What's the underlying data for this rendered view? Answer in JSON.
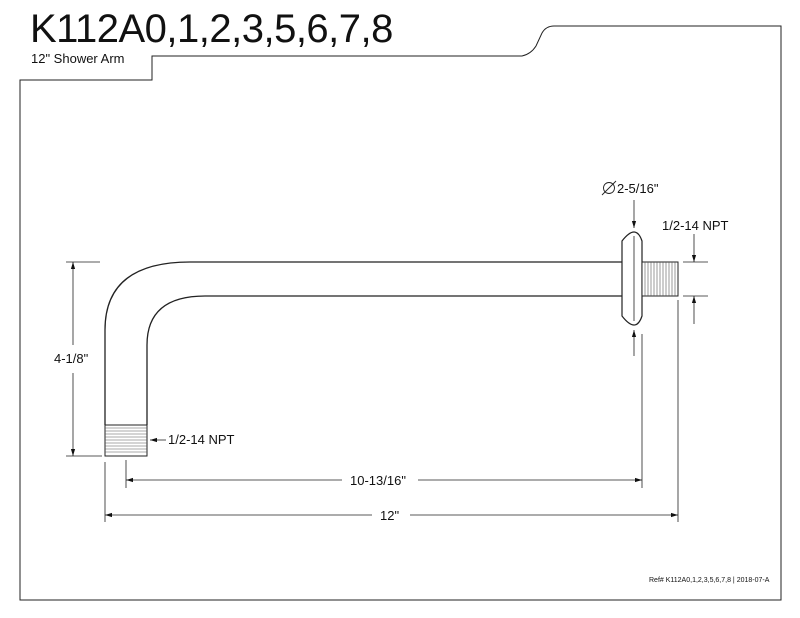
{
  "header": {
    "model": "K112A0,1,2,3,5,6,7,8",
    "subtitle": "12\" Shower Arm"
  },
  "dimensions": {
    "height": "4-1/8\"",
    "flange_diameter": "2-5/16\"",
    "wall_thread": "1/2-14 NPT",
    "outlet_thread": "1/2-14 NPT",
    "reach": "10-13/16\"",
    "overall_length": "12\""
  },
  "footer": {
    "reference": "Ref# K112A0,1,2,3,5,6,7,8 | 2018-07-A"
  },
  "icons": {
    "diameter_symbol": "diameter-icon"
  }
}
